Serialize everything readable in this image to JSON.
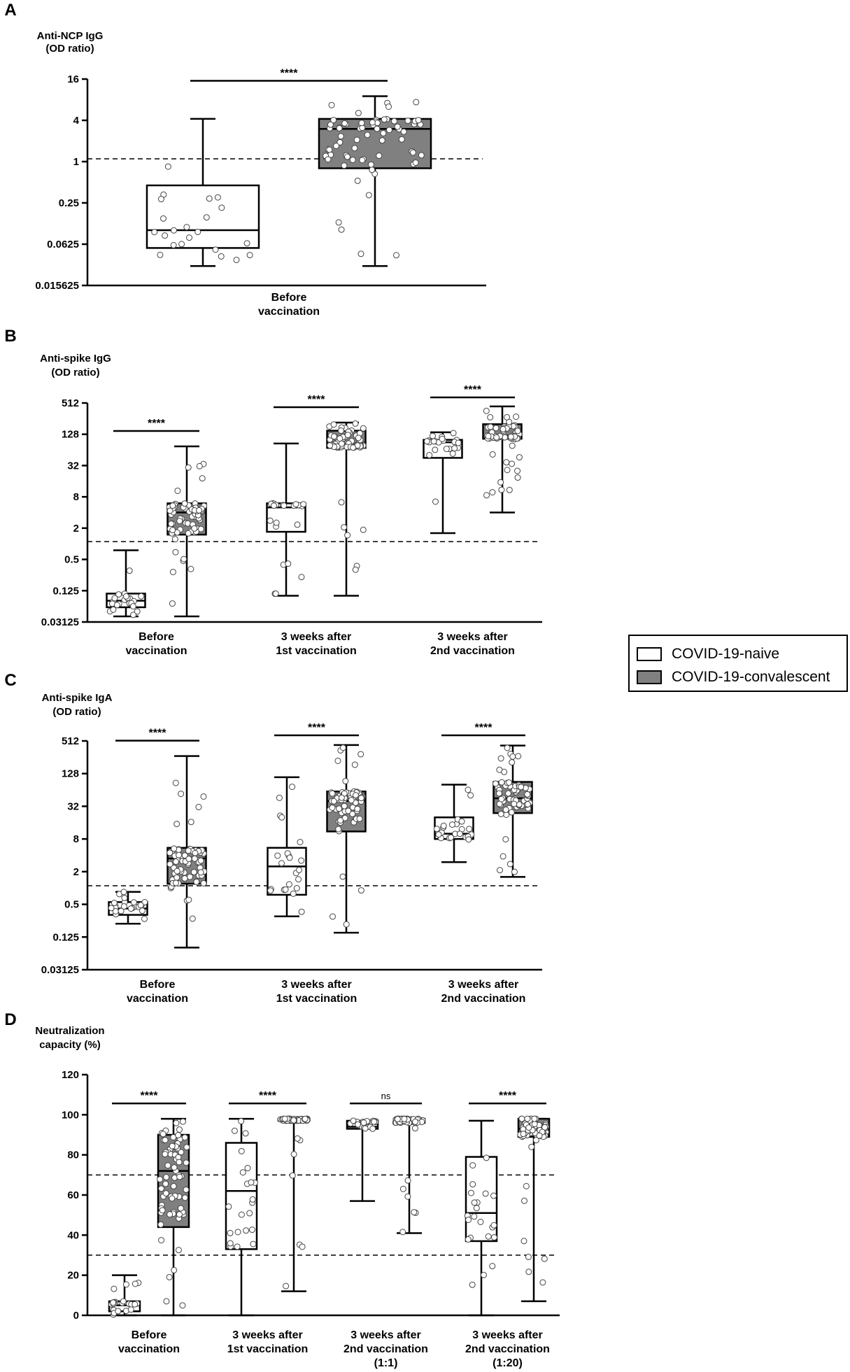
{
  "legend": {
    "naive_label": "COVID-19-naive",
    "conv_label": "COVID-19-convalescent",
    "naive_color": "#ffffff",
    "conv_color": "#808080"
  },
  "chart_data": [
    {
      "panel": "A",
      "type": "box",
      "ylabel": [
        "Anti-NCP IgG",
        "(OD ratio)"
      ],
      "yscale": "log2",
      "ylim": [
        0.015625,
        16
      ],
      "yticks": [
        0.015625,
        0.0625,
        0.25,
        1,
        4,
        16
      ],
      "ytick_labels": [
        "0.015625",
        "0.0625",
        "0.25",
        "1",
        "4",
        "16"
      ],
      "threshold": [
        1.1
      ],
      "groups": [
        {
          "label": [
            "Before",
            "vaccination"
          ],
          "naive": {
            "min": 0.03,
            "q1": 0.055,
            "median": 0.1,
            "q3": 0.45,
            "max": 4.2
          },
          "convalescent": {
            "min": 0.03,
            "q1": 0.8,
            "median": 3.0,
            "q3": 4.2,
            "max": 9.0
          },
          "significance": "****"
        }
      ]
    },
    {
      "panel": "B",
      "type": "box",
      "ylabel": [
        "Anti-spike IgG",
        "(OD ratio)"
      ],
      "yscale": "log2",
      "ylim": [
        0.03125,
        512
      ],
      "yticks": [
        0.03125,
        0.125,
        0.5,
        2,
        8,
        32,
        128,
        512
      ],
      "ytick_labels": [
        "0.03125",
        "0.125",
        "0.5",
        "2",
        "8",
        "32",
        "128",
        "512"
      ],
      "threshold": [
        1.1
      ],
      "groups": [
        {
          "label": [
            "Before",
            "vaccination"
          ],
          "naive": {
            "min": 0.04,
            "q1": 0.06,
            "median": 0.08,
            "q3": 0.11,
            "max": 0.75
          },
          "convalescent": {
            "min": 0.04,
            "q1": 1.5,
            "median": 4.0,
            "q3": 6.0,
            "max": 75
          },
          "significance": "****"
        },
        {
          "label": [
            "3 weeks after",
            "1st vaccination"
          ],
          "naive": {
            "min": 0.1,
            "q1": 1.7,
            "median": 5.0,
            "q3": 6.0,
            "max": 85
          },
          "convalescent": {
            "min": 0.1,
            "q1": 70,
            "median": 80,
            "q3": 150,
            "max": 215
          },
          "significance": "****"
        },
        {
          "label": [
            "3 weeks after",
            "2nd vaccination"
          ],
          "naive": {
            "min": 1.6,
            "q1": 45,
            "median": 90,
            "q3": 100,
            "max": 140
          },
          "convalescent": {
            "min": 4.0,
            "q1": 105,
            "median": 120,
            "q3": 200,
            "max": 440
          },
          "significance": "****"
        }
      ]
    },
    {
      "panel": "C",
      "type": "box",
      "ylabel": [
        "Anti-spike IgA",
        "(OD ratio)"
      ],
      "yscale": "log2",
      "ylim": [
        0.03125,
        512
      ],
      "yticks": [
        0.03125,
        0.125,
        0.5,
        2,
        8,
        32,
        128,
        512
      ],
      "ytick_labels": [
        "0.03125",
        "0.125",
        "0.5",
        "2",
        "8",
        "32",
        "128",
        "512"
      ],
      "threshold": [
        1.1
      ],
      "groups": [
        {
          "label": [
            "Before",
            "vaccination"
          ],
          "naive": {
            "min": 0.22,
            "q1": 0.32,
            "median": 0.42,
            "q3": 0.55,
            "max": 0.85
          },
          "convalescent": {
            "min": 0.08,
            "q1": 1.2,
            "median": 3.5,
            "q3": 5.5,
            "max": 270
          },
          "significance": "****"
        },
        {
          "label": [
            "3 weeks after",
            "1st vaccination"
          ],
          "naive": {
            "min": 0.3,
            "q1": 0.75,
            "median": 2.5,
            "q3": 5.5,
            "max": 110
          },
          "convalescent": {
            "min": 0.15,
            "q1": 11,
            "median": 40,
            "q3": 60,
            "max": 430
          },
          "significance": "****"
        },
        {
          "label": [
            "3 weeks after",
            "2nd vaccination"
          ],
          "naive": {
            "min": 3.0,
            "q1": 8,
            "median": 10,
            "q3": 20,
            "max": 80
          },
          "convalescent": {
            "min": 1.6,
            "q1": 24,
            "median": 45,
            "q3": 90,
            "max": 420
          },
          "significance": "****"
        }
      ]
    },
    {
      "panel": "D",
      "type": "box",
      "ylabel": [
        "Neutralization",
        "capacity (%)"
      ],
      "yscale": "linear",
      "ylim": [
        0,
        120
      ],
      "yticks": [
        0,
        20,
        40,
        60,
        80,
        100,
        120
      ],
      "ytick_labels": [
        "0",
        "20",
        "40",
        "60",
        "80",
        "100",
        "120"
      ],
      "threshold": [
        30,
        70
      ],
      "groups": [
        {
          "label": [
            "Before",
            "vaccination"
          ],
          "naive": {
            "min": 0,
            "q1": 2,
            "median": 5,
            "q3": 7,
            "max": 20
          },
          "convalescent": {
            "min": 0,
            "q1": 44,
            "median": 72,
            "q3": 90,
            "max": 98
          },
          "significance": "****"
        },
        {
          "label": [
            "3 weeks after",
            "1st vaccination"
          ],
          "naive": {
            "min": 0,
            "q1": 33,
            "median": 62,
            "q3": 86,
            "max": 98
          },
          "convalescent": {
            "min": 12,
            "q1": 97,
            "median": 97.5,
            "q3": 98,
            "max": 98
          },
          "significance": "****"
        },
        {
          "label": [
            "3 weeks after",
            "2nd vaccination",
            "(1:1)"
          ],
          "naive": {
            "min": 57,
            "q1": 93,
            "median": 94,
            "q3": 97,
            "max": 97
          },
          "convalescent": {
            "min": 41,
            "q1": 96,
            "median": 97,
            "q3": 98,
            "max": 98
          },
          "significance": "ns"
        },
        {
          "label": [
            "3 weeks after",
            "2nd vaccination",
            "(1:20)"
          ],
          "naive": {
            "min": 0,
            "q1": 37,
            "median": 51,
            "q3": 79,
            "max": 97
          },
          "convalescent": {
            "min": 7,
            "q1": 89,
            "median": 93,
            "q3": 98,
            "max": 98
          },
          "significance": "****"
        }
      ]
    }
  ]
}
